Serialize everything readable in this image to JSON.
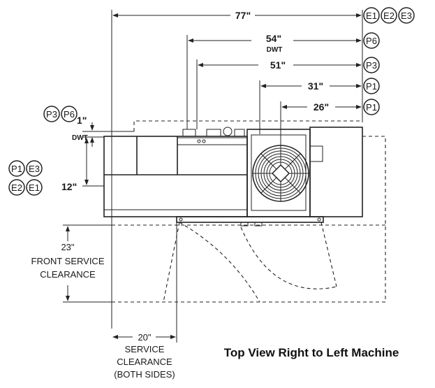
{
  "dimensions": {
    "overall": "77\"",
    "dwt54": "54\"",
    "dwt54_note": "DWT",
    "d51": "51\"",
    "d31": "31\"",
    "d26": "26\"",
    "d1": "1\"",
    "d1_note": "DWT",
    "d12": "12\""
  },
  "callouts": {
    "overall": [
      "E1",
      "E2",
      "E3"
    ],
    "dwt54": [
      "P6"
    ],
    "d51": [
      "P3"
    ],
    "d31": [
      "P1"
    ],
    "d26": [
      "P1"
    ],
    "d1": [
      "P3",
      "P6"
    ],
    "d12_row1": [
      "P1",
      "E3"
    ],
    "d12_row2": [
      "E2",
      "E1"
    ]
  },
  "front_clearance": {
    "value": "23\"",
    "line1": "FRONT SERVICE",
    "line2": "CLEARANCE"
  },
  "side_clearance": {
    "value": "20\"",
    "line1": "SERVICE",
    "line2": "CLEARANCE",
    "line3": "(BOTH SIDES)"
  },
  "title": "Top View Right to Left Machine"
}
